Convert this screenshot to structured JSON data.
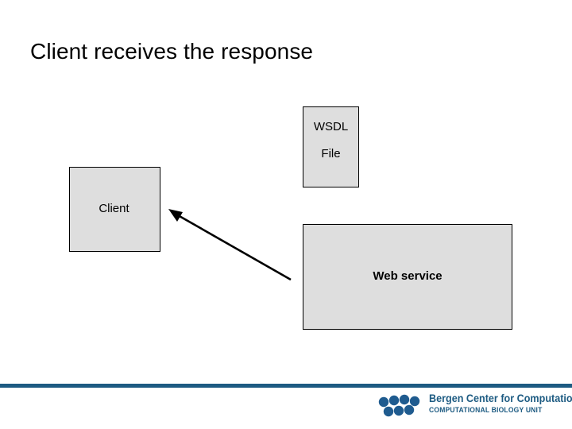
{
  "slide": {
    "title": "Client receives the response",
    "background_color": "#ffffff"
  },
  "shapes": {
    "wsdl_box": {
      "line_1": "WSDL",
      "line_2": "File",
      "fill_color": "#dedede",
      "border_color": "#000000"
    },
    "client_box": {
      "label": "Client",
      "fill_color": "#dedede",
      "border_color": "#000000"
    },
    "webservice_box": {
      "label": "Web service",
      "fill_color": "#dedede",
      "border_color": "#000000"
    }
  },
  "connectors": {
    "response_arrow": {
      "name": "response-arrow",
      "direction": "web-service-to-client",
      "color": "#000000"
    }
  },
  "footer": {
    "rule_color": "#1d5b82",
    "logo": {
      "title": "Bergen Center for Computational Science",
      "subtitle": "COMPUTATIONAL BIOLOGY UNIT",
      "mark_color": "#1f5b8f",
      "text_color": "#1d5b82"
    }
  }
}
